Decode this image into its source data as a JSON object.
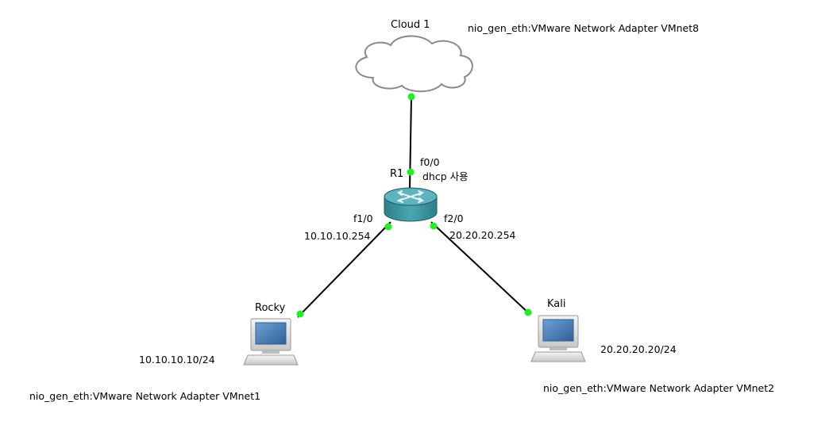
{
  "nodes": {
    "cloud": {
      "name": "Cloud 1",
      "note": "nio_gen_eth:VMware Network Adapter VMnet8",
      "icon": "cloud-icon"
    },
    "router": {
      "name": "R1",
      "note": "dhcp 사용",
      "icon": "router-icon"
    },
    "rocky": {
      "name": "Rocky",
      "ip": "10.10.10.10/24",
      "note": "nio_gen_eth:VMware Network Adapter VMnet1",
      "icon": "computer-icon"
    },
    "kali": {
      "name": "Kali",
      "ip": "20.20.20.20/24",
      "note": "nio_gen_eth:VMware Network Adapter VMnet2",
      "icon": "computer-icon"
    }
  },
  "links": [
    {
      "from": "cloud",
      "to": "router",
      "to_interface": "f0/0"
    },
    {
      "from": "router",
      "to": "rocky",
      "from_interface": "f1/0",
      "from_ip": "10.10.10.254"
    },
    {
      "from": "router",
      "to": "kali",
      "from_interface": "f2/0",
      "from_ip": "20.20.20.254"
    }
  ],
  "colors": {
    "link": "#000000",
    "port": "#22ee22",
    "router": "#3a8f99",
    "cloud_stroke": "#888888",
    "screen": "#4a7fb5"
  }
}
